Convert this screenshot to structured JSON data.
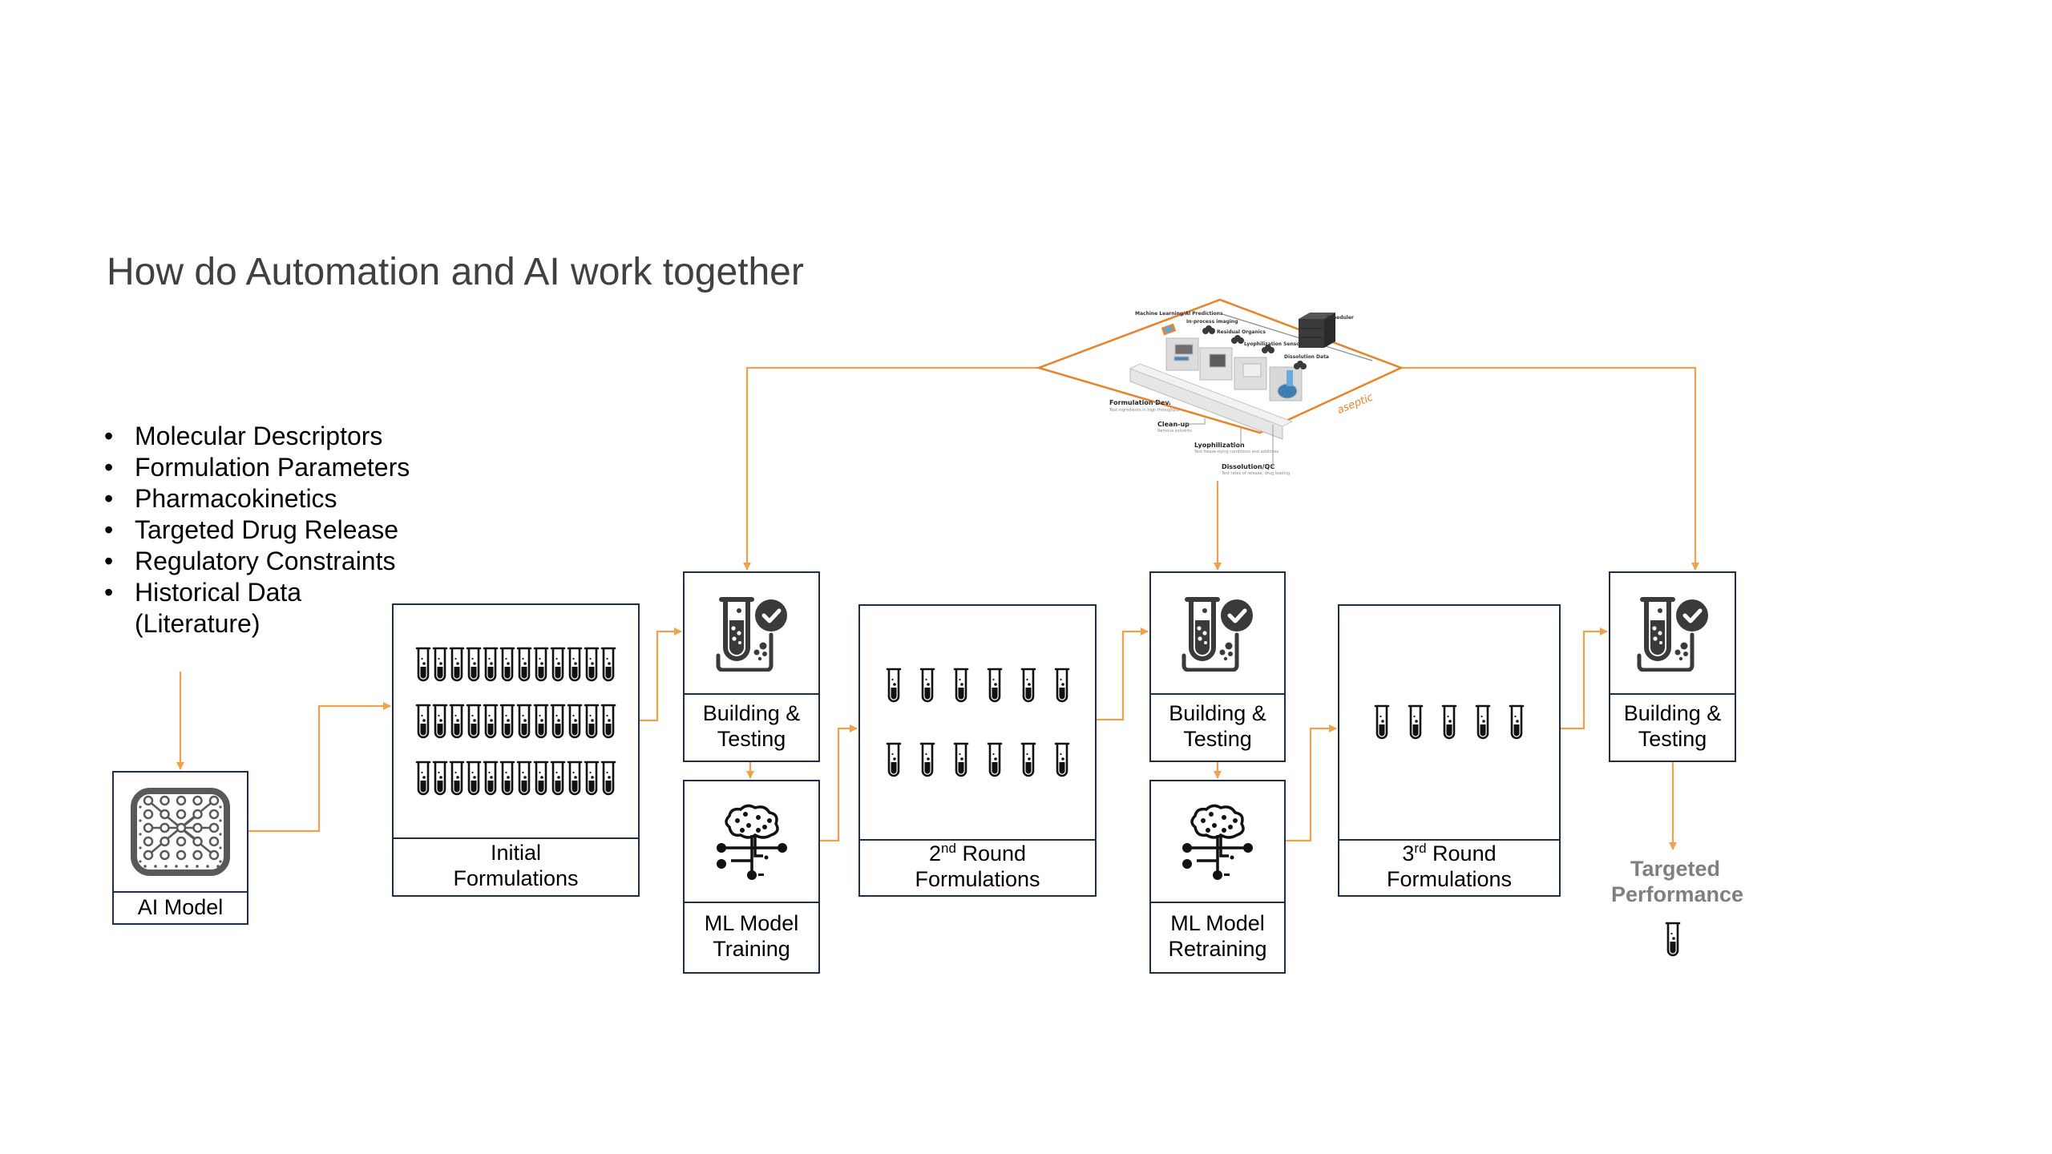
{
  "title": "How do Automation and AI work together",
  "inputs": {
    "items": [
      "Molecular Descriptors",
      "Formulation Parameters",
      "Pharmacokinetics",
      "Targeted Drug Release",
      "Regulatory Constraints",
      "Historical Data (Literature)"
    ],
    "last_item_line1": "Historical Data",
    "last_item_line2": "(Literature)"
  },
  "nodes": {
    "ai_model": {
      "label": "AI Model",
      "icon": "neural-chip-icon"
    },
    "initial": {
      "label_line1": "Initial",
      "label_line2": "Formulations",
      "tube_rows": [
        12,
        12,
        12
      ]
    },
    "build_test_1": {
      "label_line1": "Building &",
      "label_line2": "Testing",
      "icon": "test-tube-check-icon"
    },
    "ml_training": {
      "label_line1": "ML Model",
      "label_line2": "Training",
      "icon": "brain-circuit-icon"
    },
    "round2": {
      "ordinal": "2",
      "suffix": "nd",
      "label_rest": " Round",
      "label_line2": "Formulations",
      "tube_rows": [
        6,
        6
      ]
    },
    "build_test_2": {
      "label_line1": "Building &",
      "label_line2": "Testing",
      "icon": "test-tube-check-icon"
    },
    "ml_retraining": {
      "label_line1": "ML Model",
      "label_line2": "Retraining",
      "icon": "brain-circuit-icon"
    },
    "round3": {
      "ordinal": "3",
      "suffix": "rd",
      "label_rest": " Round",
      "label_line2": "Formulations",
      "tube_rows": [
        5
      ]
    },
    "build_test_3": {
      "label_line1": "Building &",
      "label_line2": "Testing",
      "icon": "test-tube-check-icon"
    },
    "target": {
      "line1": "Targeted",
      "line2": "Performance",
      "tube_count": 1
    }
  },
  "automation_platform": {
    "zone_label": "aseptic",
    "top_labels": [
      "Machine Learning/AI Predictions",
      "In-process imaging",
      "Residual Organics",
      "Lyophilization Sensor",
      "Dissolution Data",
      "Scheduler"
    ],
    "stations": [
      {
        "name": "Formulation Dev.",
        "desc": "Test ingredients in high throughput"
      },
      {
        "name": "Clean-up",
        "desc": "Remove solvents"
      },
      {
        "name": "Lyophilization",
        "desc": "Test freeze-dying conditions and additives"
      },
      {
        "name": "Dissolution/QC",
        "desc": "Test rates of release, drug loading"
      }
    ]
  },
  "colors": {
    "connector": "#F0A14E",
    "box_border": "#1F2D48",
    "icon_dark": "#3a3a3a",
    "target_text": "#7F7F7F",
    "title_text": "#404040",
    "aseptic_orange": "#E8832A"
  }
}
